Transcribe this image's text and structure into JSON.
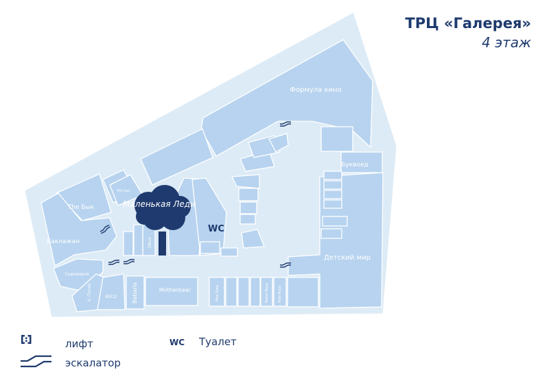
{
  "title": {
    "mall": "ТРЦ «Галерея»",
    "floor": "4 этаж"
  },
  "colors": {
    "outer": "#ddebf6",
    "unit": "#b7d3ef",
    "stroke": "#ffffff",
    "accent": "#1e3a6e",
    "label": "#ffffff"
  },
  "stores": {
    "formula_kino": "Формула кино",
    "bukvoed": "Буквоед",
    "detsky_mir": "Детский мир",
    "the_byk": "The Бык",
    "baklazhan": "Баклажан",
    "syrovarnya": "Сыроварня",
    "il_patio": "IL Патио",
    "bosco": "BSCO",
    "babaria": "Babaria",
    "motherbear": "Motherbear",
    "obuv": "Obuv",
    "mea_tuba": "Mea Tuba",
    "baton_ruya": "Baton Ruya",
    "relo_ruya": "Relo Ruya",
    "pro_nail": "PRO Nail",
    "malenkaya_ledi": "Маленькая Леди",
    "wc": "WC"
  },
  "legend": {
    "lift": "лифт",
    "escalator": "эскалатор",
    "wc_symbol": "WC",
    "wc": "Туалет"
  },
  "icons": [
    "lift-icon",
    "escalator-icon",
    "toilet-icon",
    "tree-logo-icon"
  ]
}
